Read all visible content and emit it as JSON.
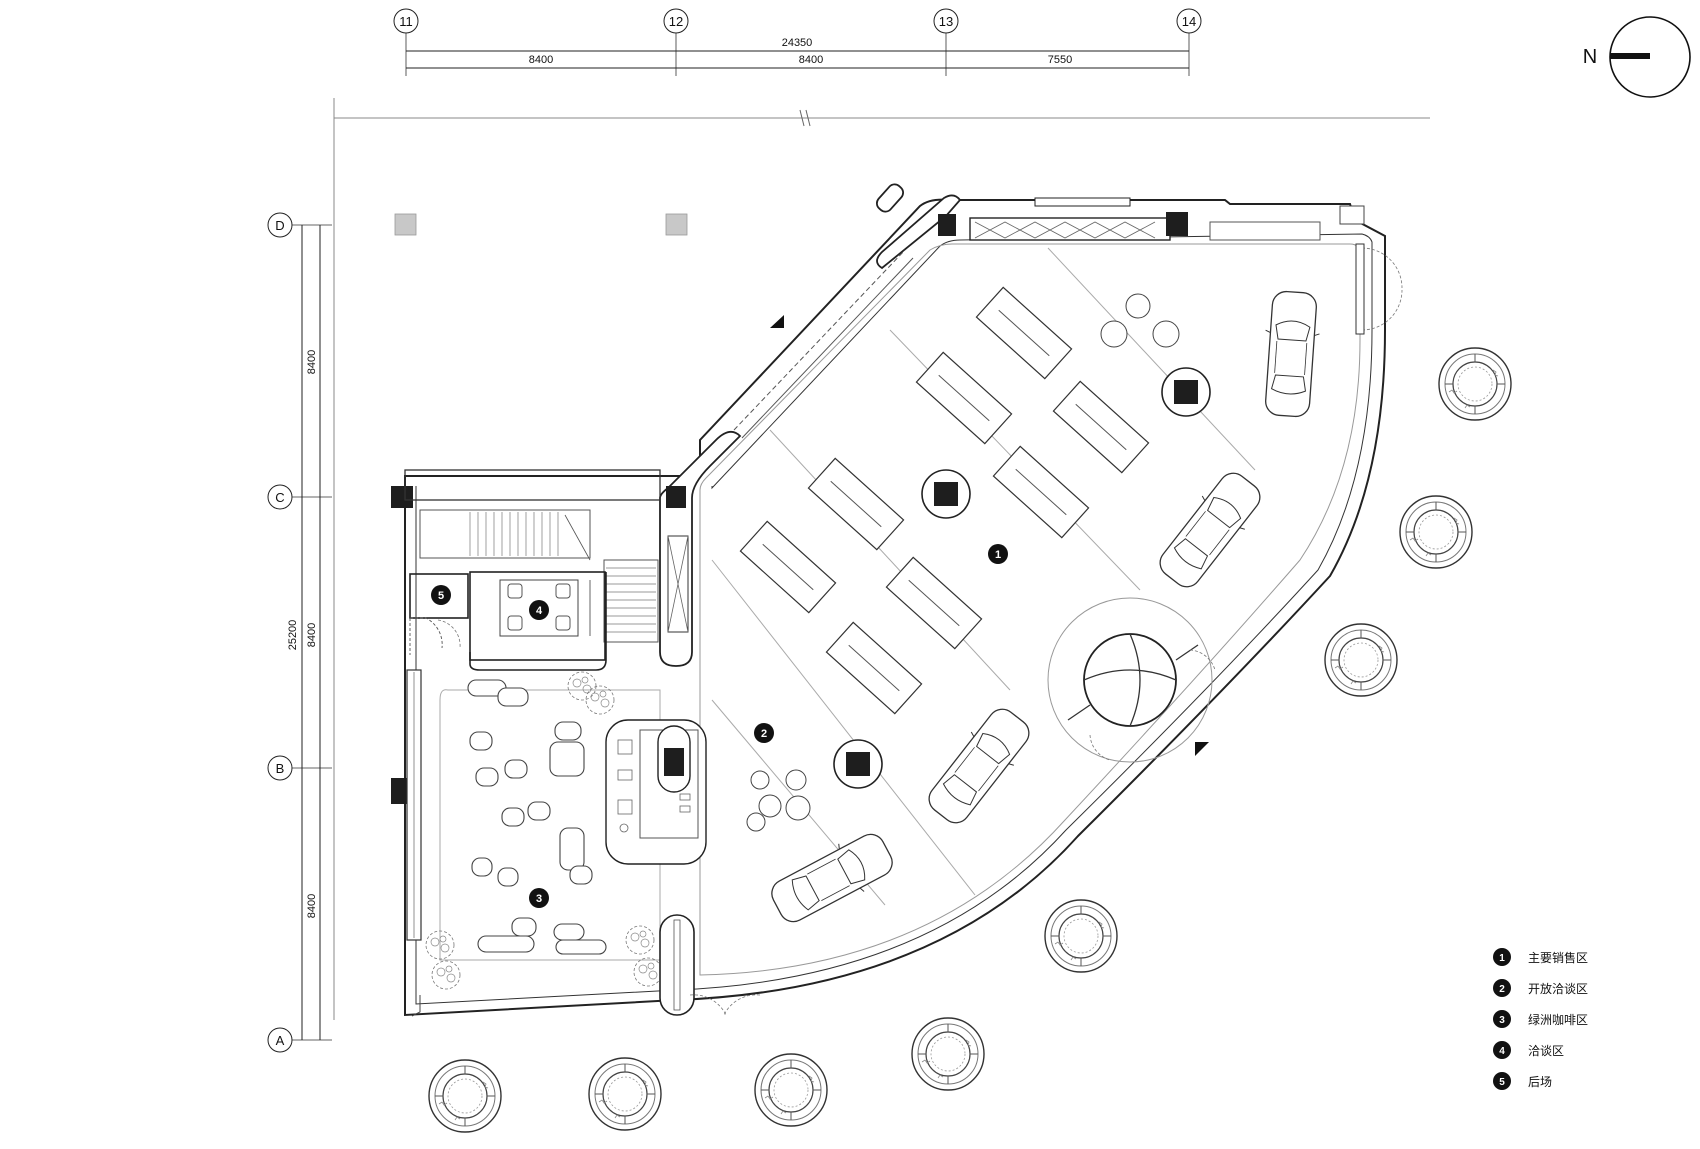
{
  "grid": {
    "columns": [
      "11",
      "12",
      "13",
      "14"
    ],
    "rows": [
      "D",
      "C",
      "B",
      "A"
    ]
  },
  "dimensions": {
    "top_total": "24350",
    "top_spans": [
      "8400",
      "8400",
      "7550"
    ],
    "left_total": "25200",
    "left_spans": [
      "8400",
      "8400",
      "8400"
    ]
  },
  "north": {
    "label": "N"
  },
  "zones": [
    "1",
    "2",
    "3",
    "4",
    "5"
  ],
  "legend": [
    {
      "num": "1",
      "label": "主要销售区"
    },
    {
      "num": "2",
      "label": "开放洽谈区"
    },
    {
      "num": "3",
      "label": "绿洲咖啡区"
    },
    {
      "num": "4",
      "label": "洽谈区"
    },
    {
      "num": "5",
      "label": "后场"
    }
  ]
}
